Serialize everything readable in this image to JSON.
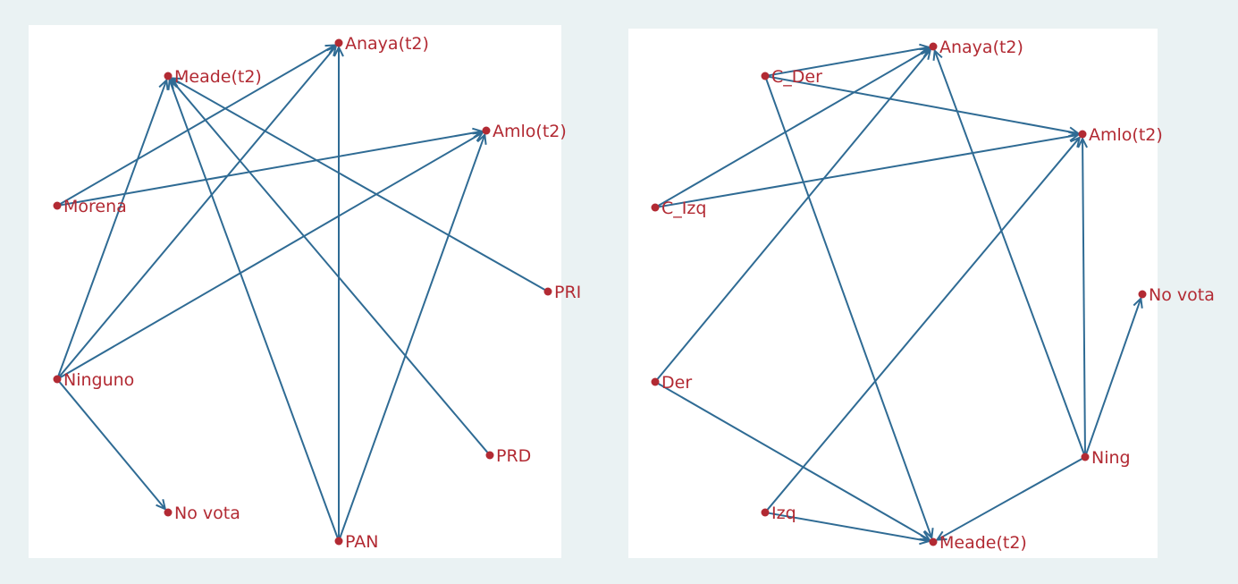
{
  "colors": {
    "edge": "#2f6b94",
    "node": "#b22a33",
    "label": "#b22a33",
    "background": "#eaf2f3",
    "panel": "#ffffff"
  },
  "graphs": [
    {
      "nodes": [
        {
          "id": "anaya",
          "label": "Anaya(t2)"
        },
        {
          "id": "meade",
          "label": "Meade(t2)"
        },
        {
          "id": "amlo",
          "label": "Amlo(t2)"
        },
        {
          "id": "morena",
          "label": "Morena"
        },
        {
          "id": "pri",
          "label": "PRI"
        },
        {
          "id": "ninguno",
          "label": "Ninguno"
        },
        {
          "id": "prd",
          "label": "PRD"
        },
        {
          "id": "novota",
          "label": "No vota"
        },
        {
          "id": "pan",
          "label": "PAN"
        }
      ],
      "edges": [
        {
          "from": "morena",
          "to": "anaya"
        },
        {
          "from": "morena",
          "to": "amlo"
        },
        {
          "from": "ninguno",
          "to": "meade"
        },
        {
          "from": "ninguno",
          "to": "anaya"
        },
        {
          "from": "ninguno",
          "to": "amlo"
        },
        {
          "from": "ninguno",
          "to": "novota"
        },
        {
          "from": "pri",
          "to": "meade"
        },
        {
          "from": "prd",
          "to": "meade"
        },
        {
          "from": "pan",
          "to": "meade"
        },
        {
          "from": "pan",
          "to": "anaya"
        },
        {
          "from": "pan",
          "to": "amlo"
        }
      ]
    },
    {
      "nodes": [
        {
          "id": "anaya",
          "label": "Anaya(t2)"
        },
        {
          "id": "cder",
          "label": "C_Der"
        },
        {
          "id": "amlo",
          "label": "Amlo(t2)"
        },
        {
          "id": "cizq",
          "label": "C_Izq"
        },
        {
          "id": "novota",
          "label": "No vota"
        },
        {
          "id": "der",
          "label": "Der"
        },
        {
          "id": "ning",
          "label": "Ning"
        },
        {
          "id": "izq",
          "label": "Izq"
        },
        {
          "id": "meade",
          "label": "Meade(t2)"
        }
      ],
      "edges": [
        {
          "from": "cder",
          "to": "anaya"
        },
        {
          "from": "cder",
          "to": "amlo"
        },
        {
          "from": "cder",
          "to": "meade"
        },
        {
          "from": "cizq",
          "to": "anaya"
        },
        {
          "from": "cizq",
          "to": "amlo"
        },
        {
          "from": "der",
          "to": "anaya"
        },
        {
          "from": "der",
          "to": "meade"
        },
        {
          "from": "izq",
          "to": "amlo"
        },
        {
          "from": "izq",
          "to": "meade"
        },
        {
          "from": "ning",
          "to": "anaya"
        },
        {
          "from": "ning",
          "to": "amlo"
        },
        {
          "from": "ning",
          "to": "meade"
        },
        {
          "from": "ning",
          "to": "novota"
        }
      ]
    }
  ]
}
